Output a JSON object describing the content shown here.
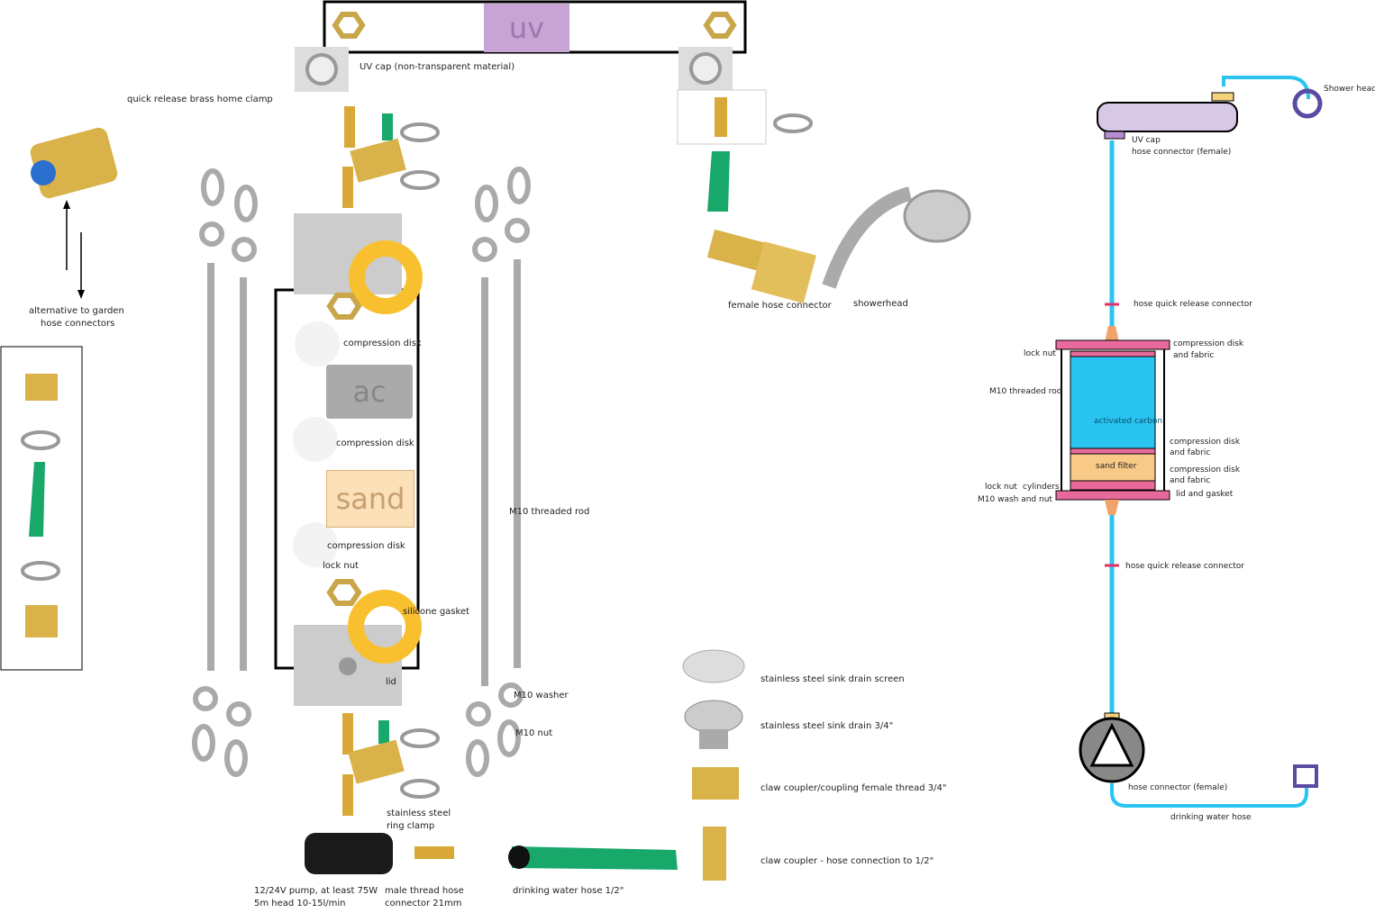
{
  "parts_layout": {
    "uv_block": "uv",
    "ac_block": "ac",
    "sand_block": "sand",
    "labels": {
      "uv_cap": "UV cap (non-transparent material)",
      "brass_clamp": "quick release brass home clamp",
      "alternative": "alternative to garden",
      "alternative2": "hose connectors",
      "compression_disk_1": "compression disk",
      "compression_disk_2": "compression disk",
      "compression_disk_3": "compression disk",
      "lock_nut": "lock nut",
      "silicone_gasket": "silicone gasket",
      "lid": "lid",
      "threaded_rod": "M10 threaded rod",
      "washer": "M10 washer",
      "nut": "M10 nut",
      "ring_clamp_1": "stainless steel",
      "ring_clamp_2": "ring clamp",
      "pump_1": "12/24V pump, at least 75W",
      "pump_2": "5m head 10-15l/min",
      "male_thread_1": "male thread hose",
      "male_thread_2": "connector 21mm",
      "drinking_hose": "drinking water hose 1/2\"",
      "female_hose_connector": "female hose connector",
      "showerhead": "showerhead",
      "drain_screen": "stainless steel sink drain screen",
      "sink_drain": "stainless steel sink drain 3/4\"",
      "claw_coupler_female": "claw coupler/coupling female thread 3/4\"",
      "claw_coupler_hose": "claw coupler - hose connection  to 1/2\""
    }
  },
  "schematic": {
    "labels": {
      "shower_head": "Shower head",
      "uv_cap": "UV cap",
      "hose_connector_female_top": "hose connector (female)",
      "quick_release_top": "hose quick release connector",
      "compression_top_1": "compression disk",
      "compression_top_2": "and fabric",
      "lock_nut_top": "lock nut",
      "threaded_rod": "M10 threaded rod",
      "activated_carbon": "activated carbon",
      "compression_mid_1": "compression disk",
      "compression_mid_2": "and fabric",
      "sand_filter": "sand filter",
      "compression_low_1": "compression disk",
      "compression_low_2": "and fabric",
      "lock_nut_bottom": "lock nut",
      "cylinders": "cylinders",
      "wash_and_nut": "M10 wash and nut",
      "lid_and_gasket": "lid and gasket",
      "quick_release_bottom": "hose quick release connector",
      "hose_connector_female_bottom": "hose connector (female)",
      "drinking_water_hose": "drinking water hose"
    },
    "colors": {
      "hose": "#29c4f0",
      "carbon": "#29c4f0",
      "sand": "#f8c987",
      "disk": "#e86a9a",
      "uv": "#d7c8e6",
      "pump": "#888888",
      "head": "#5b4aa2",
      "brass": "#f5d37a"
    }
  }
}
